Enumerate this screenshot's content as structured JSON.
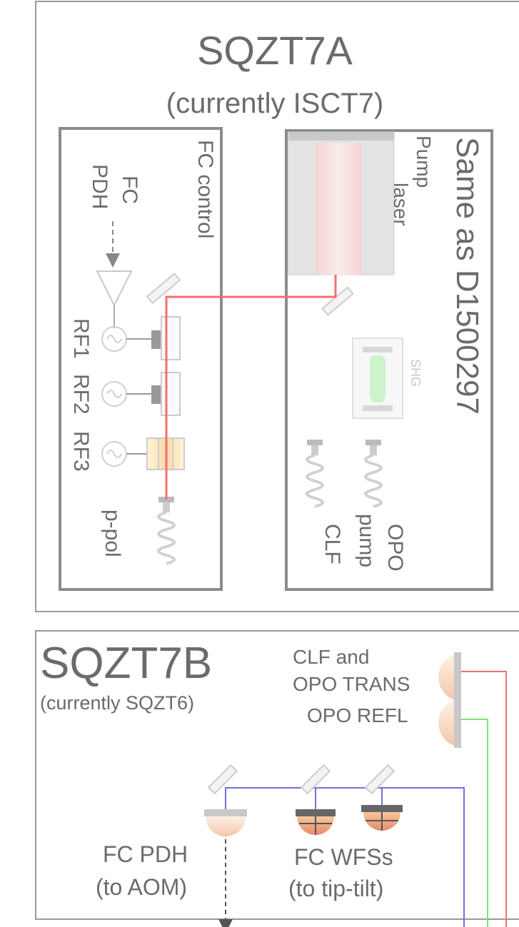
{
  "top_table": {
    "title": "SQZT7A",
    "subtitle": "(currently ISCT7)",
    "fc_control_label": "FC control",
    "fc_pdh_label_1": "FC",
    "fc_pdh_label_2": "PDH",
    "rf_labels": [
      "RF1",
      "RF2",
      "RF3"
    ],
    "p_pol_label": "p-pol",
    "same_as_label": "Same as D1500297",
    "pump_laser_label_1": "Pump",
    "pump_laser_label_2": "laser",
    "shg_label": "SHG",
    "clf_label": "CLF",
    "opo_pump_label_1": "OPO",
    "opo_pump_label_2": "pump"
  },
  "bottom_table": {
    "title": "SQZT7B",
    "subtitle": "(currently SQZT6)",
    "clf_opo_trans_1": "CLF and",
    "clf_opo_trans_2": "OPO TRANS",
    "opo_refl": "OPO REFL",
    "fc_pdh_1": "FC PDH",
    "fc_pdh_2": "(to AOM)",
    "fc_wfss_1": "FC WFSs",
    "fc_wfss_2": "(to tip-tilt)"
  },
  "colors": {
    "frame": "#8c8c8c",
    "red_beam": "#f07070",
    "green_beam": "#80e080",
    "blue_beam": "#7070e0",
    "text": "#6b6b6b"
  }
}
